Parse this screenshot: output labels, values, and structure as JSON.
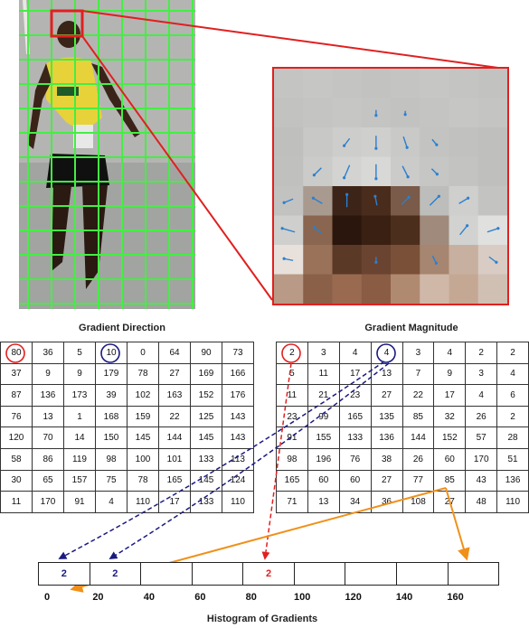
{
  "titles": {
    "direction": "Gradient Direction",
    "magnitude": "Gradient Magnitude",
    "histogram": "Histogram of Gradients"
  },
  "direction": [
    [
      "80",
      "36",
      "5",
      "10",
      "0",
      "64",
      "90",
      "73"
    ],
    [
      "37",
      "9",
      "9",
      "179",
      "78",
      "27",
      "169",
      "166"
    ],
    [
      "87",
      "136",
      "173",
      "39",
      "102",
      "163",
      "152",
      "176"
    ],
    [
      "76",
      "13",
      "1",
      "168",
      "159",
      "22",
      "125",
      "143"
    ],
    [
      "120",
      "70",
      "14",
      "150",
      "145",
      "144",
      "145",
      "143"
    ],
    [
      "58",
      "86",
      "119",
      "98",
      "100",
      "101",
      "133",
      "113"
    ],
    [
      "30",
      "65",
      "157",
      "75",
      "78",
      "165",
      "145",
      "124"
    ],
    [
      "11",
      "170",
      "91",
      "4",
      "110",
      "17",
      "133",
      "110"
    ]
  ],
  "magnitude": [
    [
      "2",
      "3",
      "4",
      "4",
      "3",
      "4",
      "2",
      "2"
    ],
    [
      "5",
      "11",
      "17",
      "13",
      "7",
      "9",
      "3",
      "4"
    ],
    [
      "11",
      "21",
      "23",
      "27",
      "22",
      "17",
      "4",
      "6"
    ],
    [
      "23",
      "99",
      "165",
      "135",
      "85",
      "32",
      "26",
      "2"
    ],
    [
      "91",
      "155",
      "133",
      "136",
      "144",
      "152",
      "57",
      "28"
    ],
    [
      "98",
      "196",
      "76",
      "38",
      "26",
      "60",
      "170",
      "51"
    ],
    [
      "165",
      "60",
      "60",
      "27",
      "77",
      "85",
      "43",
      "136"
    ],
    [
      "71",
      "13",
      "34",
      "36",
      "108",
      "27",
      "48",
      "110"
    ]
  ],
  "histogram": {
    "bins": [
      "2",
      "2",
      "",
      "",
      "2",
      "",
      "",
      "",
      ""
    ],
    "bin_colors": [
      "#1a1a80",
      "#1a1a80",
      "",
      "",
      "#e02020",
      "",
      "",
      "",
      ""
    ],
    "labels": [
      "0",
      "20",
      "40",
      "60",
      "80",
      "100",
      "120",
      "140",
      "160"
    ]
  },
  "colors": {
    "grid": "#44ee44",
    "highlight_box": "#e02020",
    "navy_arrow": "#1a1a80",
    "red_arrow": "#e02020",
    "orange_arrow": "#f0901a",
    "gradient_arrow": "#2a80d0"
  }
}
